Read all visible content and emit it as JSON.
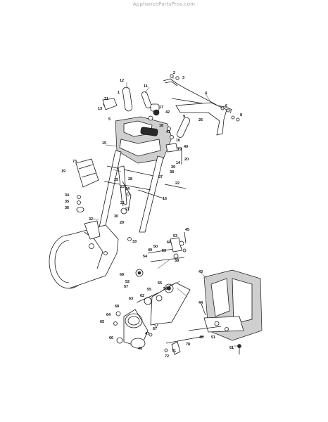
{
  "watermark": "AppliancePartsPros.com",
  "part_labels": [
    {
      "id": "l2",
      "text": "2"
    },
    {
      "id": "l3",
      "text": "3"
    },
    {
      "id": "l4",
      "text": "4"
    },
    {
      "id": "l12",
      "text": "12"
    },
    {
      "id": "l1",
      "text": "1"
    },
    {
      "id": "l11",
      "text": "11"
    },
    {
      "id": "l31",
      "text": "31"
    },
    {
      "id": "l13",
      "text": "13"
    },
    {
      "id": "l6",
      "text": "6"
    },
    {
      "id": "l7",
      "text": "7"
    },
    {
      "id": "l8",
      "text": "8"
    },
    {
      "id": "l42",
      "text": "42"
    },
    {
      "id": "l17",
      "text": "17"
    },
    {
      "id": "l9",
      "text": "9"
    },
    {
      "id": "l5",
      "text": "5"
    },
    {
      "id": "l26",
      "text": "26"
    },
    {
      "id": "l18",
      "text": "18"
    },
    {
      "id": "l41",
      "text": "41"
    },
    {
      "id": "l15",
      "text": "15"
    },
    {
      "id": "l10",
      "text": "10"
    },
    {
      "id": "l40",
      "text": "40"
    },
    {
      "id": "l19b",
      "text": "19"
    },
    {
      "id": "l20",
      "text": "20"
    },
    {
      "id": "l73",
      "text": "73"
    },
    {
      "id": "l14",
      "text": "14"
    },
    {
      "id": "l39",
      "text": "39"
    },
    {
      "id": "l38",
      "text": "38"
    },
    {
      "id": "l19",
      "text": "19"
    },
    {
      "id": "l37",
      "text": "37"
    },
    {
      "id": "l28",
      "text": "28"
    },
    {
      "id": "l25",
      "text": "25"
    },
    {
      "id": "l22",
      "text": "22"
    },
    {
      "id": "l24",
      "text": "24"
    },
    {
      "id": "l23",
      "text": "23"
    },
    {
      "id": "l16",
      "text": "16"
    },
    {
      "id": "l34",
      "text": "34"
    },
    {
      "id": "l35",
      "text": "35"
    },
    {
      "id": "l36",
      "text": "36"
    },
    {
      "id": "l27",
      "text": "27"
    },
    {
      "id": "l21",
      "text": "21"
    },
    {
      "id": "l32",
      "text": "32"
    },
    {
      "id": "l29",
      "text": "29"
    },
    {
      "id": "l30",
      "text": "30"
    },
    {
      "id": "l33",
      "text": "33"
    },
    {
      "id": "l53",
      "text": "53"
    },
    {
      "id": "l45",
      "text": "45"
    },
    {
      "id": "l49",
      "text": "49"
    },
    {
      "id": "l50",
      "text": "50"
    },
    {
      "id": "l60",
      "text": "60"
    },
    {
      "id": "l54",
      "text": "54"
    },
    {
      "id": "l59",
      "text": "59"
    },
    {
      "id": "l58",
      "text": "58"
    },
    {
      "id": "l43",
      "text": "43"
    },
    {
      "id": "l69",
      "text": "69"
    },
    {
      "id": "l52",
      "text": "52"
    },
    {
      "id": "l57",
      "text": "57"
    },
    {
      "id": "l55a",
      "text": "55"
    },
    {
      "id": "l56",
      "text": "56"
    },
    {
      "id": "l55b",
      "text": "55"
    },
    {
      "id": "l62",
      "text": "62"
    },
    {
      "id": "l63",
      "text": "63"
    },
    {
      "id": "l68",
      "text": "68"
    },
    {
      "id": "l44",
      "text": "44"
    },
    {
      "id": "l64",
      "text": "64"
    },
    {
      "id": "l67",
      "text": "67"
    },
    {
      "id": "l65",
      "text": "65"
    },
    {
      "id": "l47",
      "text": "47"
    },
    {
      "id": "l51",
      "text": "51"
    },
    {
      "id": "l48",
      "text": "48"
    },
    {
      "id": "l66",
      "text": "66"
    },
    {
      "id": "l78",
      "text": "78"
    },
    {
      "id": "l71",
      "text": "71"
    },
    {
      "id": "l46",
      "text": "46"
    },
    {
      "id": "l72",
      "text": "72"
    },
    {
      "id": "l61",
      "text": "61"
    }
  ]
}
